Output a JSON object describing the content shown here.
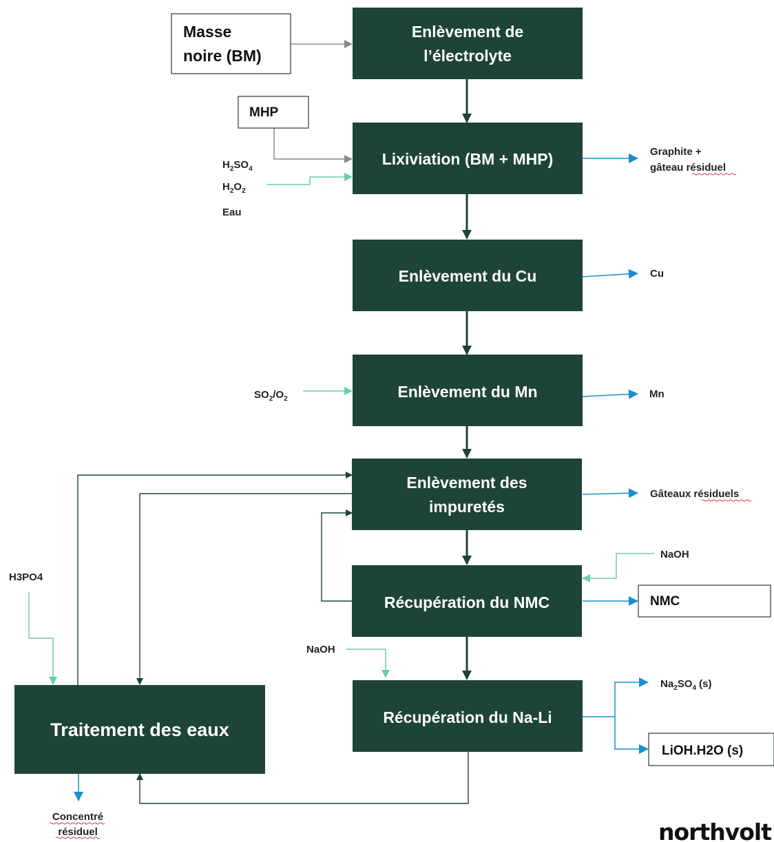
{
  "steps": {
    "electrolyte": {
      "line1": "Enlèvement de",
      "line2": "l’électrolyte"
    },
    "leaching": "Lixiviation (BM + MHP)",
    "cu_removal": "Enlèvement du Cu",
    "mn_removal": "Enlèvement du Mn",
    "impurities": {
      "line1": "Enlèvement des",
      "line2": "impuretés"
    },
    "nmc_recovery": "Récupération du NMC",
    "nali_recovery": "Récupération du Na-Li",
    "water_treatment": "Traitement des eaux"
  },
  "inputs": {
    "black_mass": {
      "line1": "Masse",
      "line2": "noire (BM)"
    },
    "mhp": "MHP",
    "h2so4": {
      "base": "H",
      "sub1": "2",
      "mid": "SO",
      "sub2": "4"
    },
    "h2o2": {
      "base": "H",
      "sub1": "2",
      "mid": "O",
      "sub2": "2"
    },
    "water": "Eau",
    "so2o2": {
      "base": "SO",
      "sub1": "2",
      "mid": "/O",
      "sub2": "2"
    },
    "naoh_nmc": "NaOH",
    "naoh_nali": "NaOH",
    "h3po4": "H3PO4"
  },
  "outputs": {
    "graphite": {
      "line1": "Graphite +",
      "line2a": "gâteau ",
      "line2b": "résiduel"
    },
    "cu": "Cu",
    "mn": "Mn",
    "cakes": {
      "a": "Gâteaux ",
      "b": "résiduels"
    },
    "nmc": "NMC",
    "na2so4": {
      "base": "Na",
      "sub1": "2",
      "mid": "SO",
      "sub2": "4",
      "tail": " (s)"
    },
    "lioh": "LiOH.H2O (s)",
    "concentrate": {
      "line1": "Concentré",
      "line2": "résiduel"
    }
  },
  "brand": "northvolt",
  "colors": {
    "process_box": "#1e4437",
    "feed_arrow_gray": "#8a8a8a",
    "reagent_arrow_teal": "#6fcca8",
    "product_arrow_blue": "#1a8fce"
  }
}
